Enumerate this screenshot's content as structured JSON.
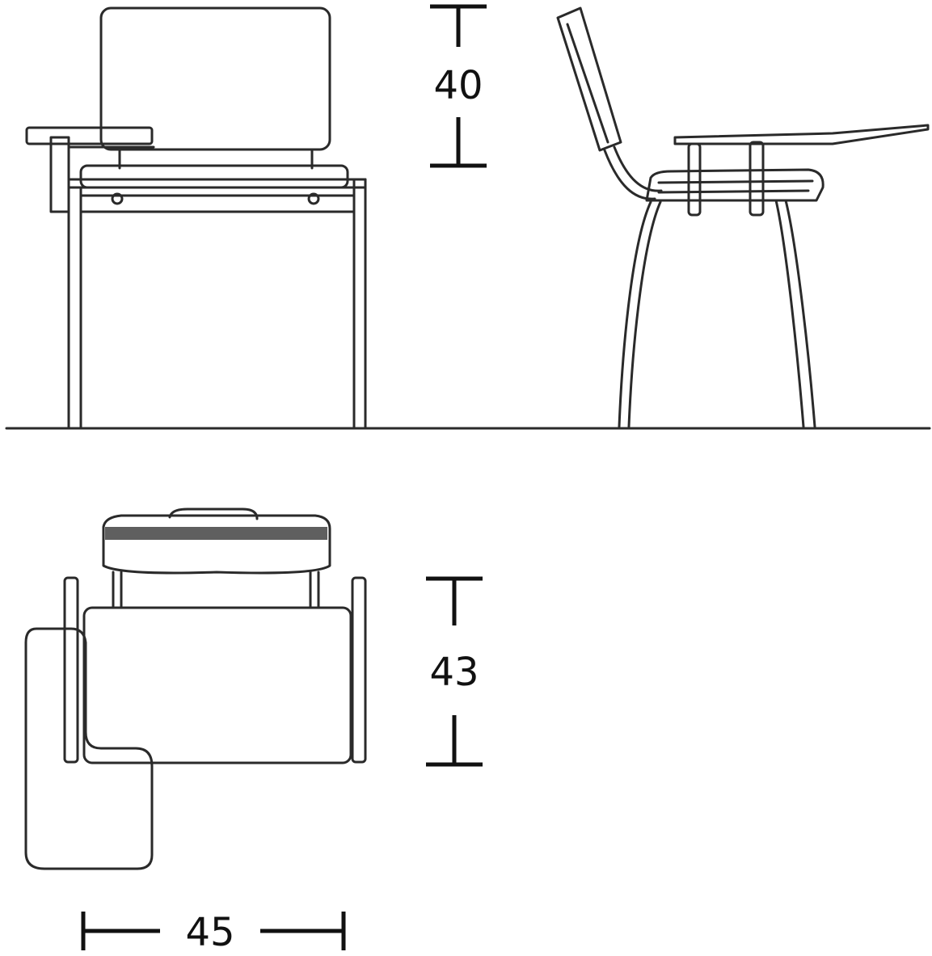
{
  "figure": {
    "views": [
      "front-view",
      "side-view",
      "top-view"
    ],
    "dimensions": {
      "backrest_height": "40",
      "seat_depth": "43",
      "seat_width": "45"
    },
    "colors": {
      "line": "#2a2a2a",
      "dimension": "#111111",
      "background": "#ffffff"
    }
  }
}
